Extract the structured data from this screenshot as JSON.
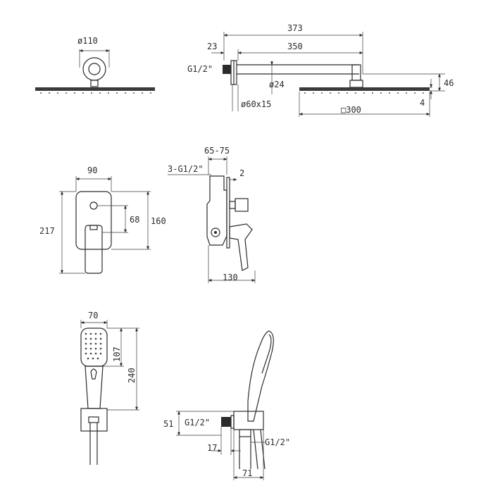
{
  "diagram": {
    "rain_shower_front": {
      "diameter_label": "ø110"
    },
    "rain_shower_side": {
      "total_length": "373",
      "flange_offset": "23",
      "arm_length": "350",
      "thread": "G1/2\"",
      "arm_diameter": "ø24",
      "flange_size": "ø60x15",
      "head_size": "□300",
      "drop_height": "46",
      "head_thickness": "4"
    },
    "mixer_front": {
      "plate_width": "90",
      "total_height": "217",
      "handle_offset": "68",
      "plate_height": "160"
    },
    "mixer_side": {
      "depth_range": "65-75",
      "inlets": "3-G1/2\"",
      "plate_thickness": "2",
      "total_depth": "130"
    },
    "hand_shower_front": {
      "head_width": "70",
      "head_height": "107",
      "total_length": "240"
    },
    "hand_shower_side": {
      "outlet_height": "51",
      "thread_left": "G1/2\"",
      "thread_right": "G1/2\"",
      "offset": "17",
      "holder_depth": "71"
    }
  }
}
